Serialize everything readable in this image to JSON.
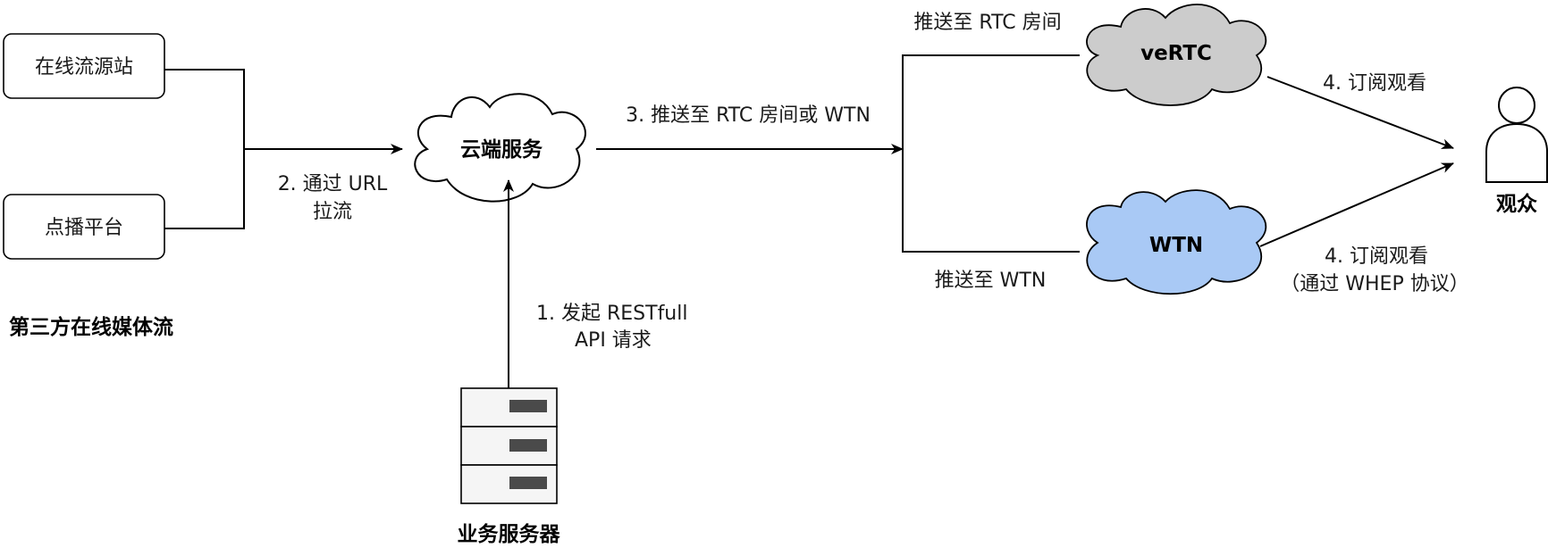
{
  "nodes": {
    "online_source": {
      "label": "在线流源站"
    },
    "vod_platform": {
      "label": "点播平台"
    },
    "third_party_group": {
      "label": "第三方在线媒体流"
    },
    "cloud_service": {
      "label": "云端服务"
    },
    "business_server": {
      "label": "业务服务器"
    },
    "vertc": {
      "label": "veRTC",
      "color": "#cccccc"
    },
    "wtn": {
      "label": "WTN",
      "color": "#a9c9f5"
    },
    "audience": {
      "label": "观众"
    }
  },
  "edges": {
    "pull_stream": {
      "line1": "2. 通过 URL",
      "line2": "拉流"
    },
    "restful_request": {
      "line1": "1. 发起 RESTfull",
      "line2": "API 请求"
    },
    "push_rtc_or_wtn": {
      "label": "3. 推送至 RTC 房间或 WTN"
    },
    "push_rtc": {
      "label": "推送至 RTC 房间"
    },
    "push_wtn": {
      "label": "推送至 WTN"
    },
    "subscribe_rtc": {
      "label": "4. 订阅观看"
    },
    "subscribe_wtn": {
      "line1": "4. 订阅观看",
      "line2": "（通过 WHEP 协议）"
    }
  },
  "colors": {
    "line": "#000000",
    "server_fill": "#f5f5f5",
    "server_slot": "#4a4a4a"
  }
}
